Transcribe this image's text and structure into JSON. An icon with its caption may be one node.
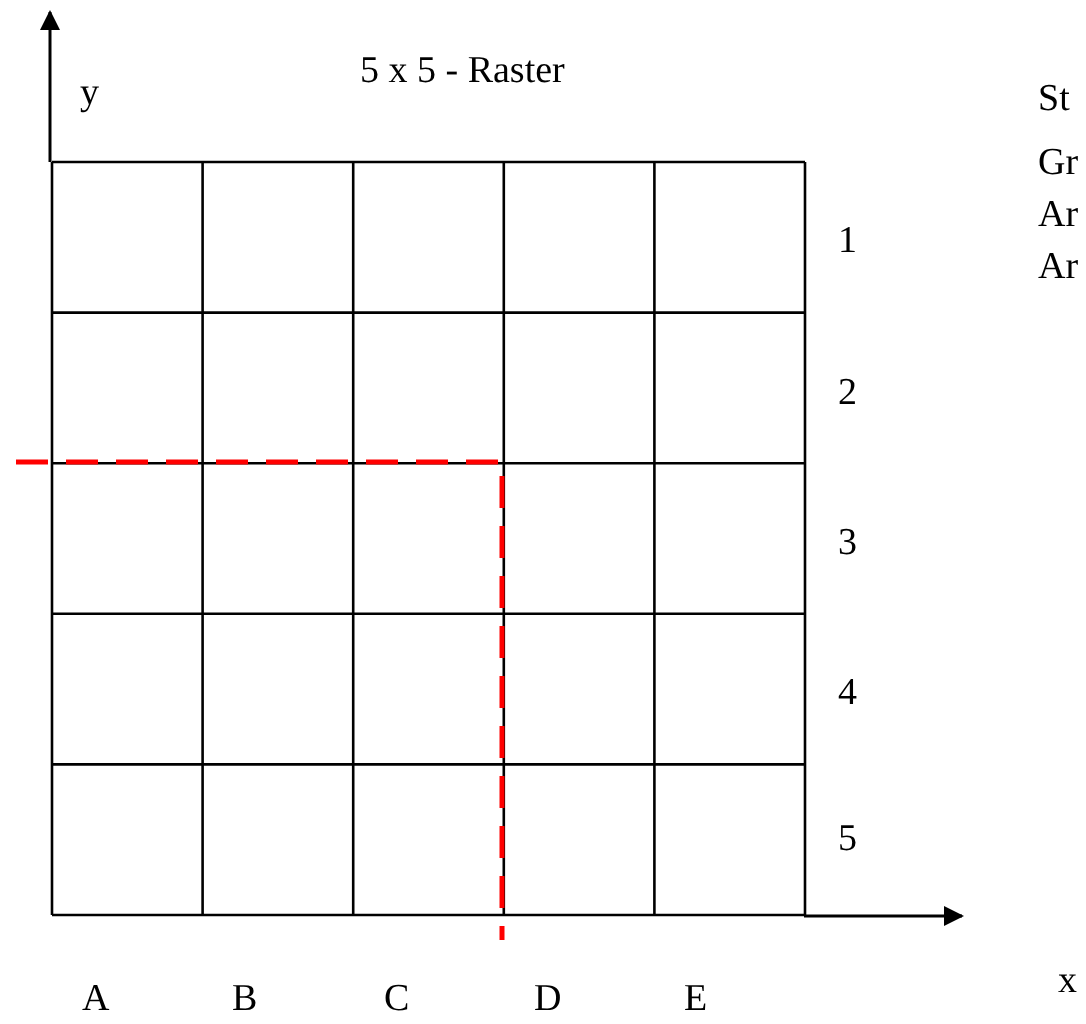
{
  "diagram": {
    "title": "5 x 5 - Raster",
    "labels": [
      "y",
      "St",
      "Gr",
      "Ar",
      "Ar",
      "1",
      "2",
      "3",
      "4",
      "5",
      "x",
      "A",
      "B",
      "C",
      "D",
      "E"
    ]
  }
}
